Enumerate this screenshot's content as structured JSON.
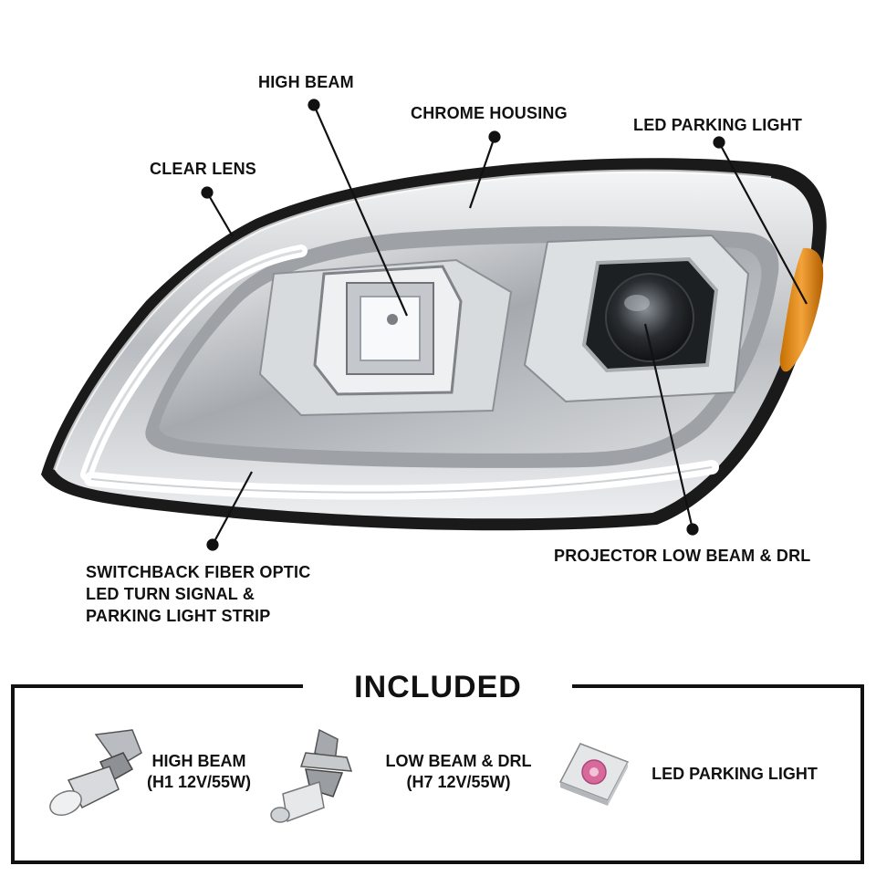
{
  "callouts": {
    "high_beam": "HIGH BEAM",
    "chrome_housing": "CHROME HOUSING",
    "led_parking_light": "LED PARKING LIGHT",
    "clear_lens": "CLEAR LENS",
    "switchback": [
      "SWITCHBACK FIBER OPTIC",
      "LED TURN SIGNAL &",
      "PARKING LIGHT STRIP"
    ],
    "projector": "PROJECTOR LOW BEAM & DRL"
  },
  "included": {
    "title": "INCLUDED",
    "items": [
      {
        "lines": [
          "HIGH BEAM",
          "(H1 12V/55W)"
        ],
        "icon": "h1-bulb-icon"
      },
      {
        "lines": [
          "LOW BEAM & DRL",
          "(H7 12V/55W)"
        ],
        "icon": "h7-bulb-icon"
      },
      {
        "lines": [
          "LED PARKING LIGHT"
        ],
        "icon": "smd-led-chip-icon"
      }
    ]
  },
  "colors": {
    "background": "#ffffff",
    "text": "#111111",
    "amber_reflector": "#e8900a",
    "chrome": "#c9ccd0",
    "housing_black": "#1a1a1a"
  }
}
